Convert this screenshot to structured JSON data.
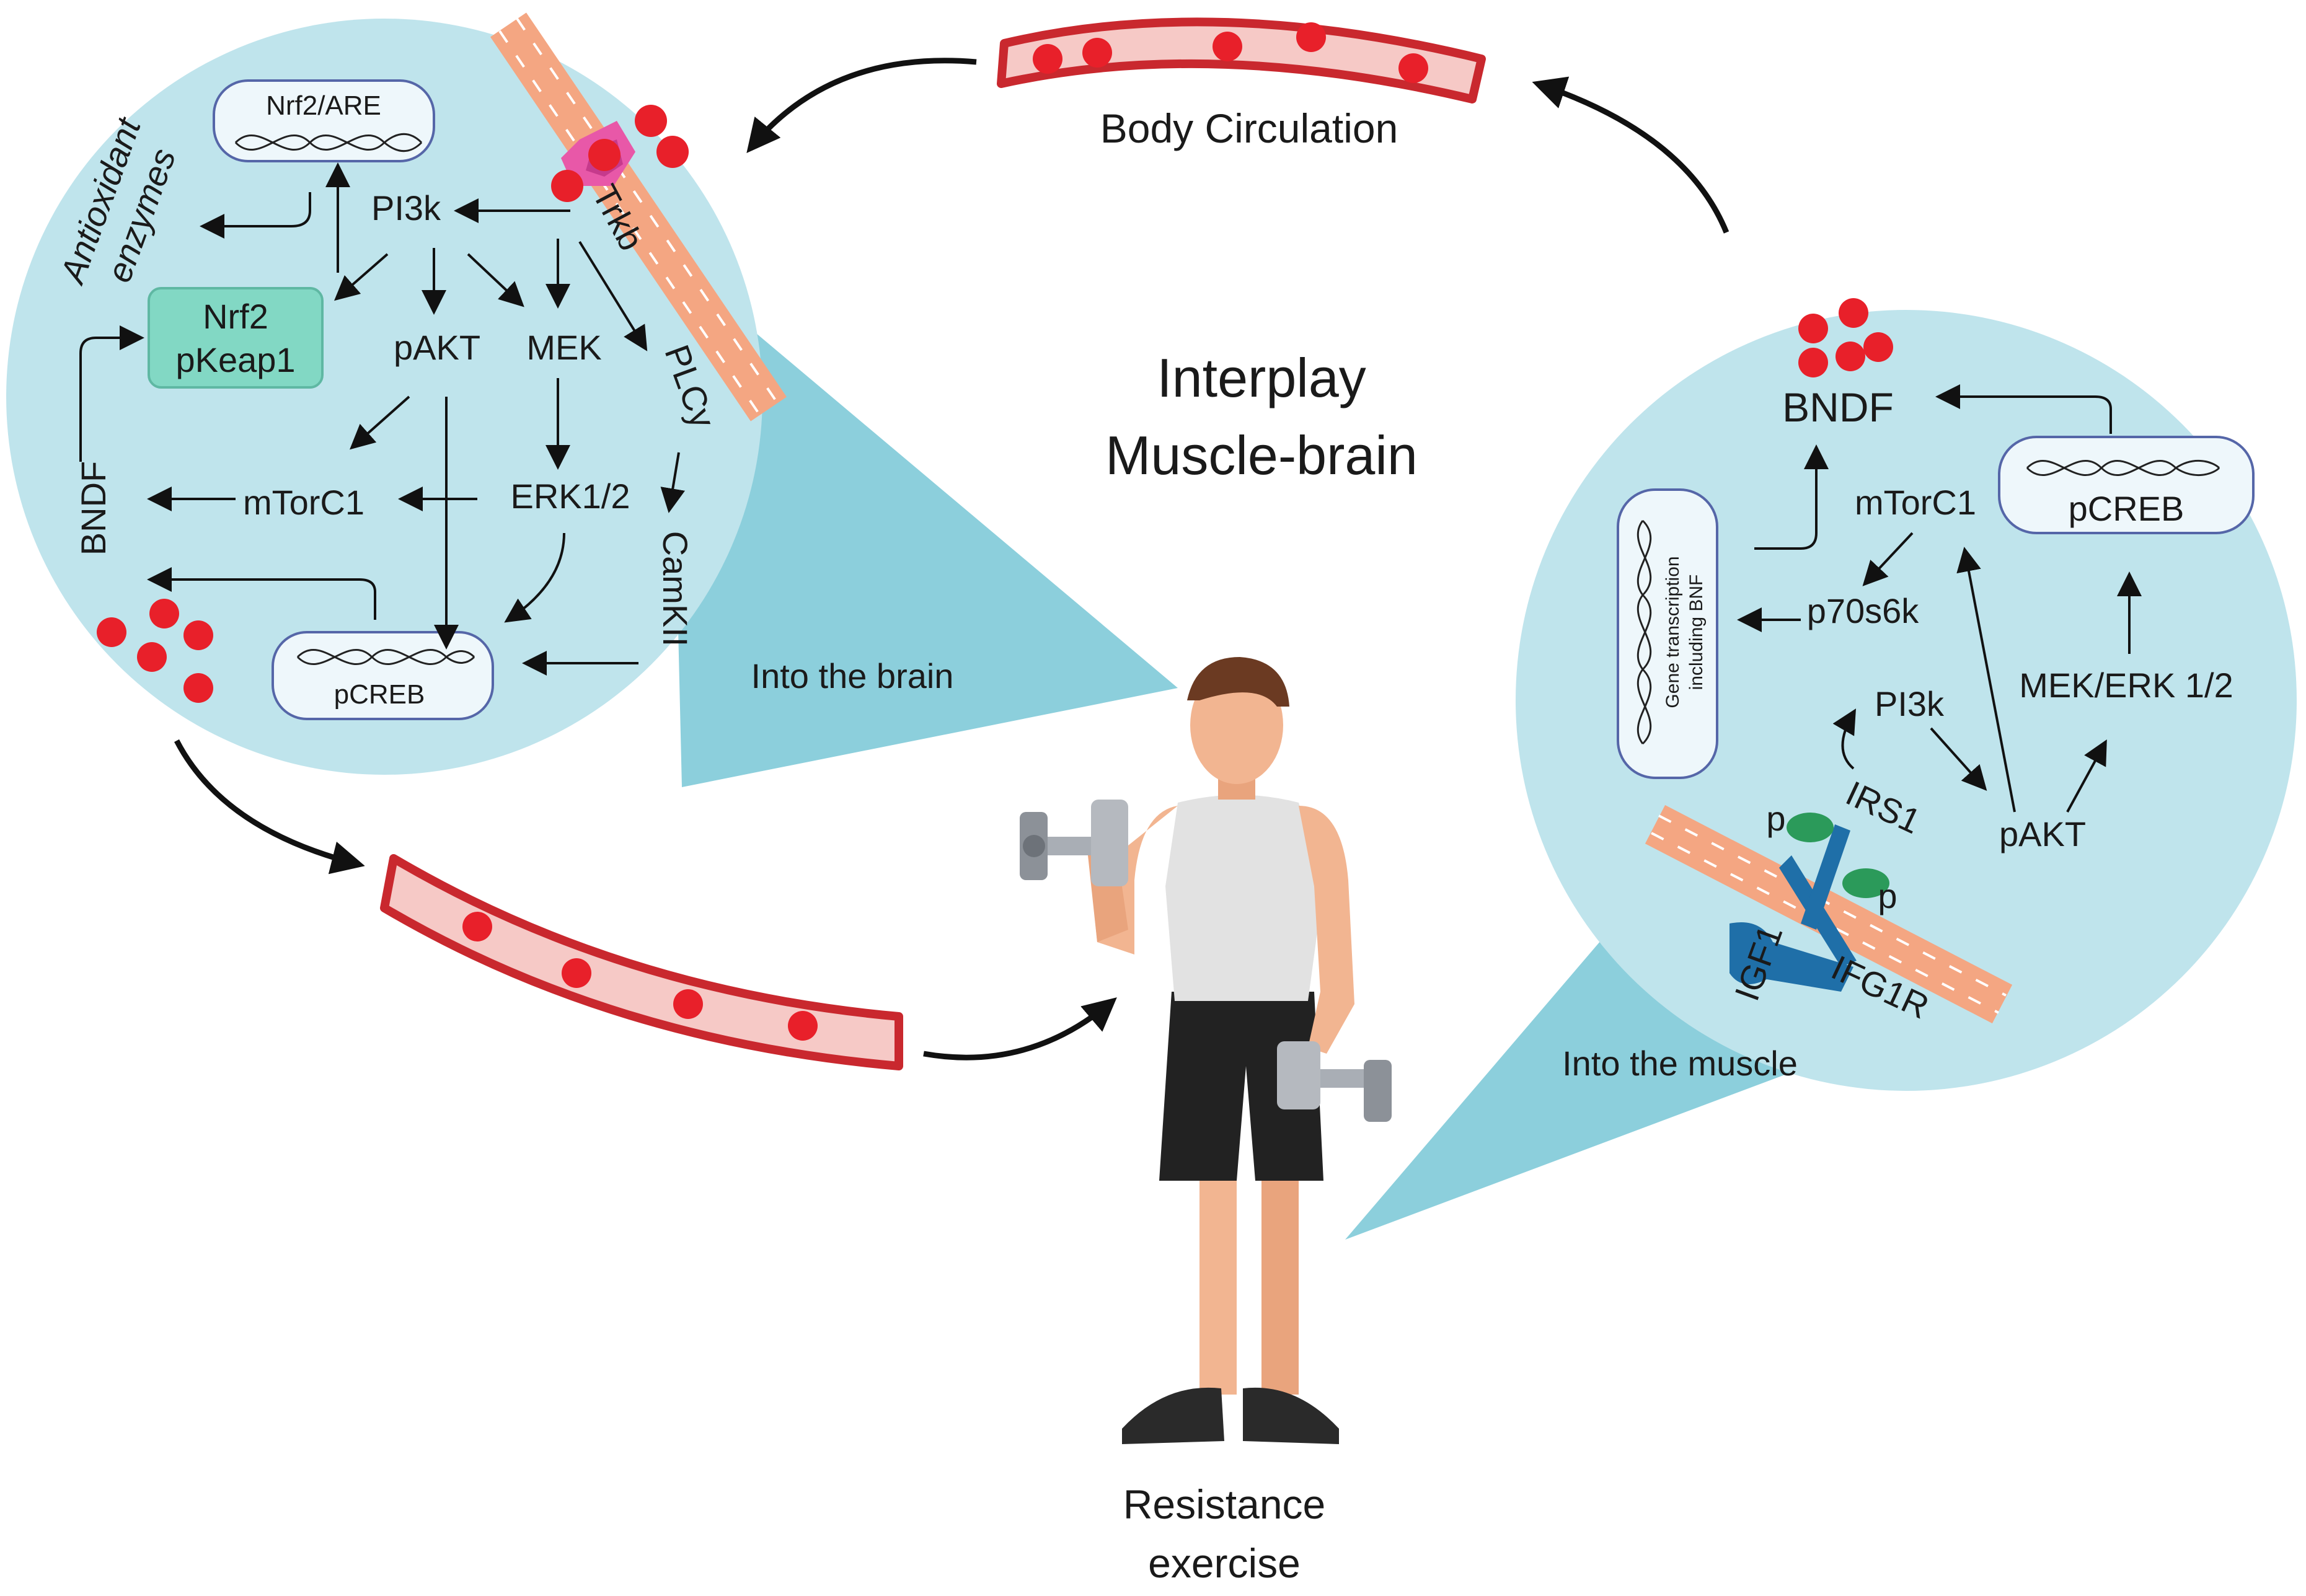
{
  "title": {
    "line1": "Interplay",
    "line2": "Muscle-brain"
  },
  "circulation_label": "Body Circulation",
  "exercise_label": {
    "line1": "Resistance",
    "line2": "exercise"
  },
  "brain_panel": {
    "caption": "Into the brain",
    "nodes": {
      "nrf2_are": "Nrf2/ARE",
      "antioxidant_line1": "Antioxidant",
      "antioxidant_line2": "enzymes",
      "pi3k": "PI3k",
      "trkb": "Trkb",
      "nrf2": "Nrf2",
      "pkeap1": "pKeap1",
      "pakt": "pAKT",
      "mek": "MEK",
      "plcy": "PLCy",
      "mtorc1": "mTorC1",
      "erk": "ERK1/2",
      "bndf": "BNDF",
      "camkii": "CamKII",
      "pcreb": "pCREB"
    }
  },
  "muscle_panel": {
    "caption": "Into the muscle",
    "nodes": {
      "bndf": "BNDF",
      "mtorc1": "mTorC1",
      "pcreb": "pCREB",
      "gene_line1": "Gene transcription",
      "gene_line2": "including BNF",
      "p70s6k": "p70s6k",
      "pi3k": "PI3k",
      "mek_erk": "MEK/ERK 1/2",
      "irs1": "IRS1",
      "pakt": "pAKT",
      "p_top": "p",
      "p_bottom": "p",
      "igf1": "IGF1",
      "ifg1r": "IFG1R"
    }
  },
  "colors": {
    "bubble": "#bfe4ec",
    "bubble_tail": "#8ccfdc",
    "vessel": "#c9282e",
    "vessel_fill": "#f6c9c6",
    "dot": "#e8202a",
    "membrane": "#f4a682",
    "nrf2_box": "#82d8c4",
    "receptor_blue": "#1f6fa8",
    "receptor_green": "#2b9a5a"
  }
}
